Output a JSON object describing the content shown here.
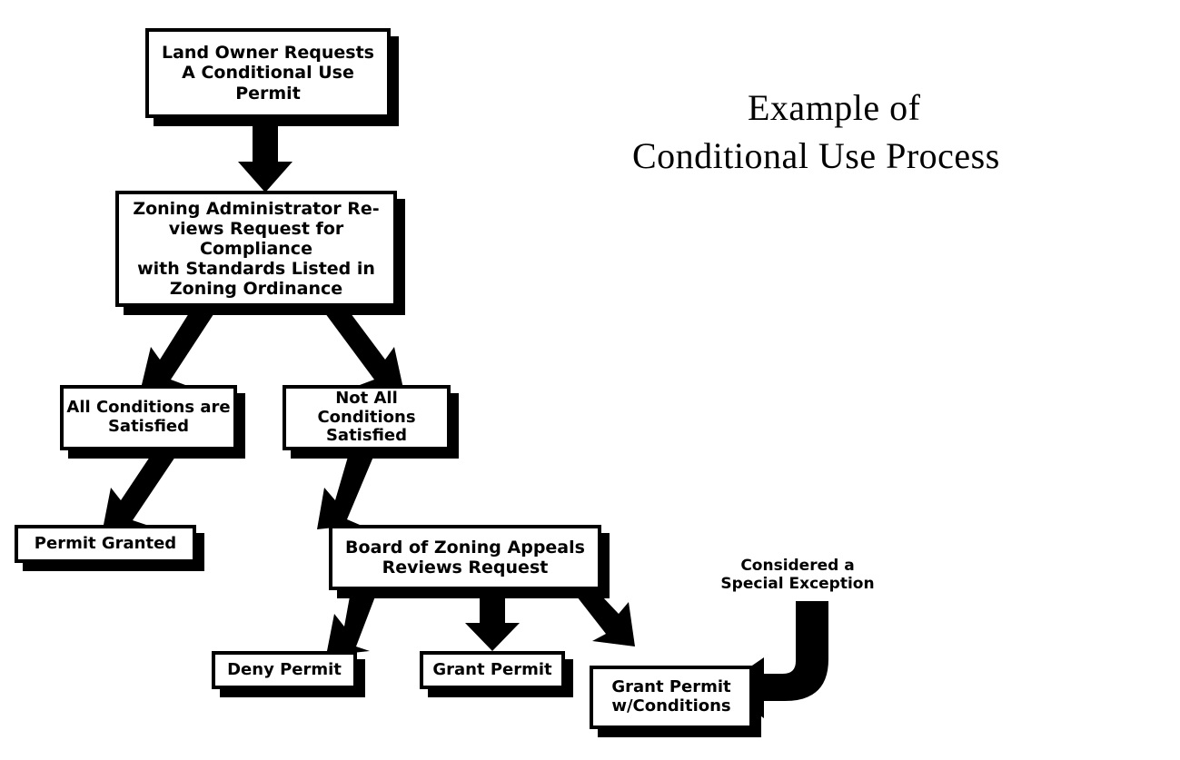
{
  "title": {
    "line1": "Example of",
    "line2": "Conditional Use Process"
  },
  "diagram": {
    "type": "flowchart",
    "orientation": "top-down",
    "nodes": [
      {
        "id": "request",
        "label": "Land Owner Requests\nA Conditional Use\nPermit"
      },
      {
        "id": "review",
        "label": "Zoning Administrator Re-\nviews Request for Compliance\nwith Standards Listed in\nZoning Ordinance"
      },
      {
        "id": "all_conditions",
        "label": "All Conditions are\nSatisfied"
      },
      {
        "id": "not_all",
        "label": "Not All Conditions\nSatisfied"
      },
      {
        "id": "permit_granted",
        "label": "Permit Granted"
      },
      {
        "id": "bza",
        "label": "Board of Zoning Appeals\nReviews Request"
      },
      {
        "id": "deny",
        "label": "Deny Permit"
      },
      {
        "id": "grant",
        "label": "Grant Permit"
      },
      {
        "id": "grant_cond",
        "label": "Grant Permit\nw/Conditions"
      }
    ],
    "annotations": [
      {
        "id": "special_exception",
        "label": "Considered a\nSpecial Exception"
      }
    ],
    "edges": [
      {
        "from": "request",
        "to": "review",
        "style": "block-arrow-down"
      },
      {
        "from": "review",
        "to": "all_conditions",
        "style": "block-arrow-down-left"
      },
      {
        "from": "review",
        "to": "not_all",
        "style": "block-arrow-down-right"
      },
      {
        "from": "all_conditions",
        "to": "permit_granted",
        "style": "block-arrow-down-left"
      },
      {
        "from": "not_all",
        "to": "bza",
        "style": "block-arrow-down-left"
      },
      {
        "from": "bza",
        "to": "deny",
        "style": "block-arrow-down-left"
      },
      {
        "from": "bza",
        "to": "grant",
        "style": "block-arrow-down"
      },
      {
        "from": "bza",
        "to": "grant_cond",
        "style": "block-arrow-down-right"
      },
      {
        "from": "special_exception",
        "to": "grant_cond",
        "style": "curved-elbow-arrow-left"
      }
    ]
  },
  "colors": {
    "ink": "#000000",
    "paper": "#ffffff"
  }
}
